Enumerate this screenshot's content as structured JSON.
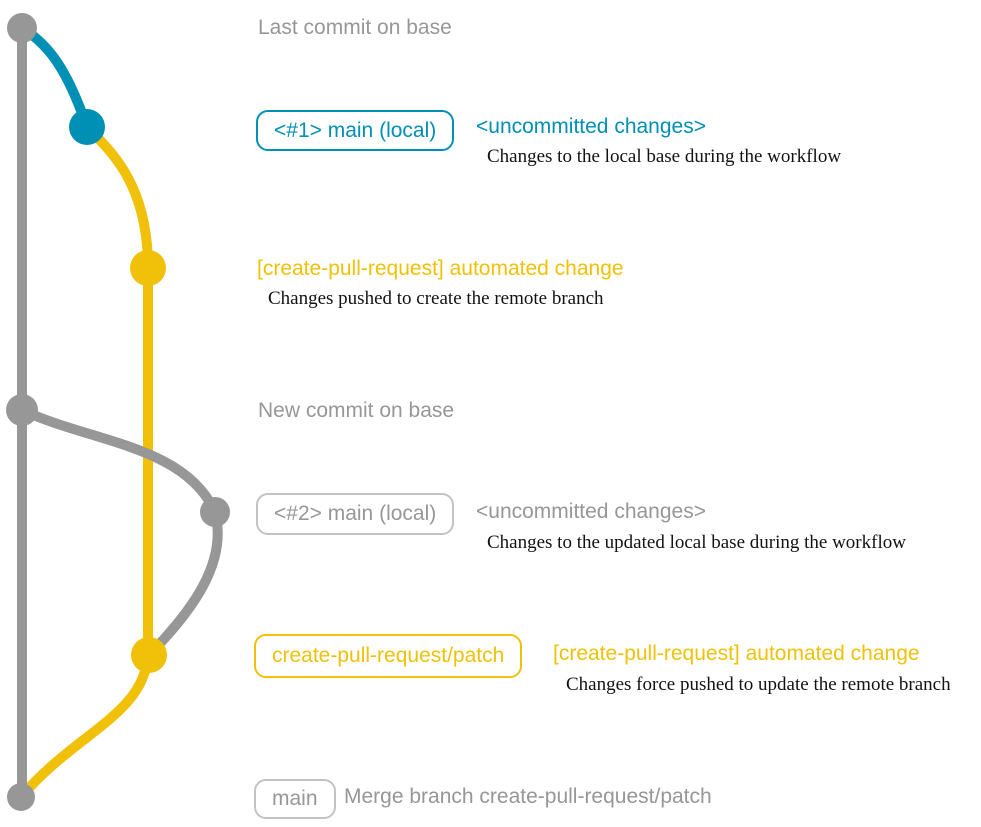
{
  "colors": {
    "gray": "#979797",
    "blue": "#008fb5",
    "yellow": "#f1c109",
    "gray_box_border": "#c3c3c3",
    "note_text": "#121212"
  },
  "graph": {
    "type": "git-graph",
    "branches": [
      {
        "name": "base",
        "color": "#979797"
      },
      {
        "name": "main (local)",
        "color": "#008fb5"
      },
      {
        "name": "create-pull-request/patch",
        "color": "#f1c109"
      }
    ],
    "commits": [
      {
        "branch": "base",
        "color": "gray",
        "message": "Last commit on base"
      },
      {
        "branch": "main (local)",
        "color": "blue",
        "message": "<#1> main (local) <uncommitted changes>"
      },
      {
        "branch": "create-pull-request/patch",
        "color": "yellow",
        "message": "[create-pull-request] automated change"
      },
      {
        "branch": "base",
        "color": "gray",
        "message": "New commit on base"
      },
      {
        "branch": "main (local)",
        "color": "gray",
        "message": "<#2> main (local) <uncommitted changes>"
      },
      {
        "branch": "create-pull-request/patch",
        "color": "yellow",
        "message": "[create-pull-request] automated change"
      },
      {
        "branch": "base",
        "color": "gray",
        "message": "Merge branch create-pull-request/patch"
      }
    ]
  },
  "labels": {
    "last_commit": "Last commit on base",
    "branch1_box": "<#1> main (local)",
    "branch1_status": "<uncommitted changes>",
    "branch1_note": "Changes to the local base during the workflow",
    "cpr_change_1": "[create-pull-request] automated change",
    "cpr_note_1": "Changes pushed to create the remote branch",
    "new_commit": "New commit on base",
    "branch2_box": "<#2> main (local)",
    "branch2_status": "<uncommitted changes>",
    "branch2_note": "Changes to the updated local base during the workflow",
    "patch_branch_box": "create-pull-request/patch",
    "cpr_change_2": "[create-pull-request] automated change",
    "cpr_note_2": "Changes force pushed to update the remote branch",
    "main_box": "main",
    "merge_message": "Merge branch create-pull-request/patch"
  }
}
